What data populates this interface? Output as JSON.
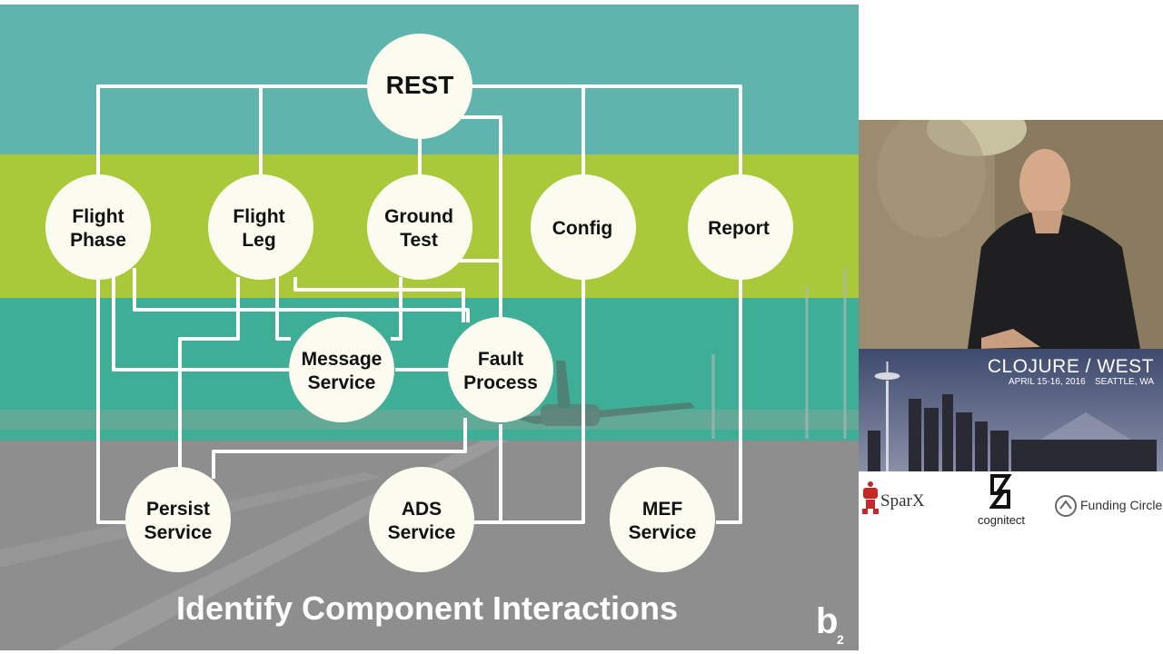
{
  "slide": {
    "title": "Identify Component Interactions",
    "logo": "b2",
    "nodes": {
      "rest": [
        "REST"
      ],
      "flight_phase": [
        "Flight",
        "Phase"
      ],
      "flight_leg": [
        "Flight",
        "Leg"
      ],
      "ground_test": [
        "Ground",
        "Test"
      ],
      "config": [
        "Config"
      ],
      "report": [
        "Report"
      ],
      "message_service": [
        "Message",
        "Service"
      ],
      "fault_process": [
        "Fault",
        "Process"
      ],
      "persist_service": [
        "Persist",
        "Service"
      ],
      "ads_service": [
        "ADS",
        "Service"
      ],
      "mef_service": [
        "MEF",
        "Service"
      ]
    },
    "colors": {
      "teal_band": "#5fb5ad",
      "green_band": "#a9c83a",
      "teal_band_low": "#3fae96",
      "ground": "#8e8e8e",
      "node_fill": "#fbfbf0",
      "connector": "#ffffff"
    }
  },
  "conference": {
    "name": "CLOJURE / WEST",
    "dates": "APRIL 15-16, 2016",
    "location": "SEATTLE, WA"
  },
  "sponsors": [
    {
      "name": "SparX",
      "icon": "robot-icon"
    },
    {
      "name": "cognitect",
      "icon": "cognitect-logo-icon"
    },
    {
      "name": "Funding Circle",
      "icon": "funding-circle-logo-icon"
    }
  ]
}
